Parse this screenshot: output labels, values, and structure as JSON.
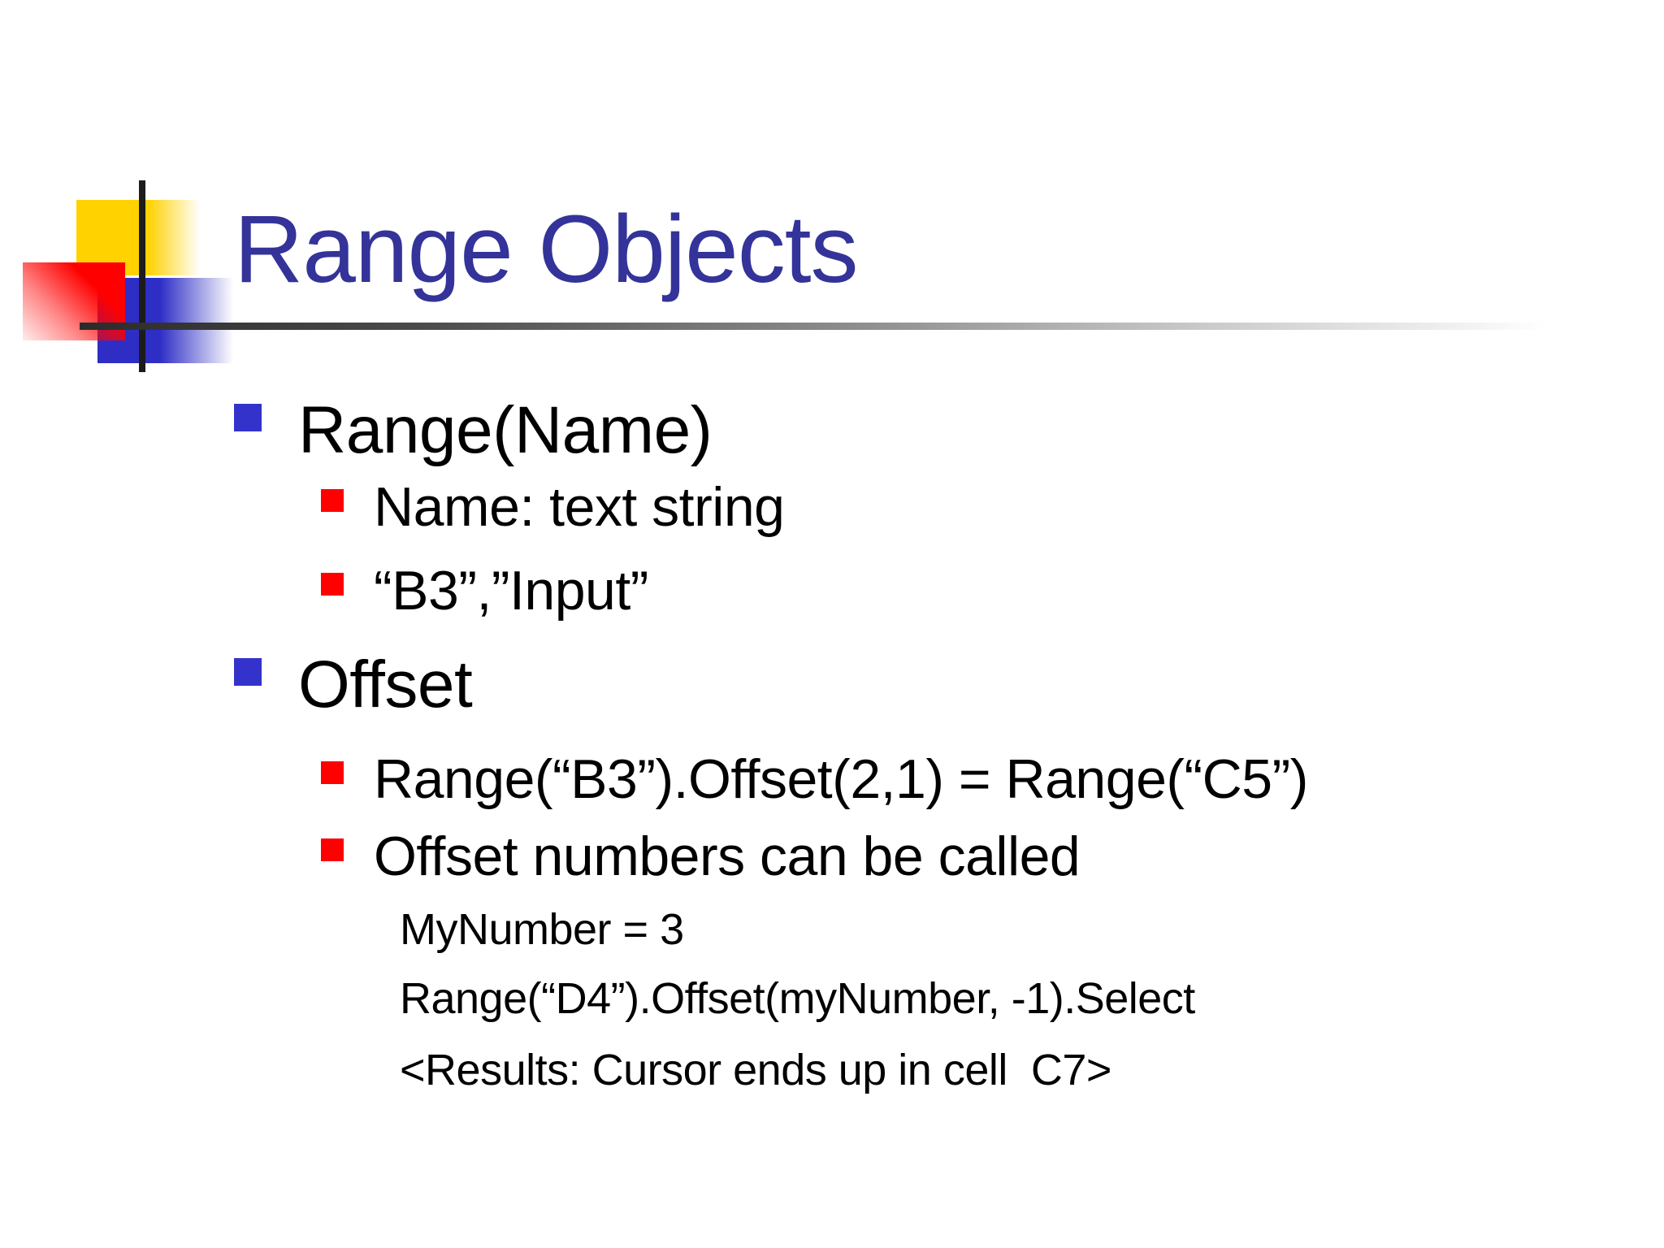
{
  "slide": {
    "title": "Range Objects",
    "background": "#ffffff"
  },
  "colors": {
    "title_text": "#333399",
    "body_text": "#000000",
    "bullet_level1": "#3333cc",
    "bullet_level2": "#ff0000",
    "ornament_yellow": "#ffd200",
    "ornament_red": "#ff0000",
    "ornament_blue": "#2e2ec6",
    "ornament_line": "#1c1c1c",
    "title_rule_start": "#2b2b2b"
  },
  "content": {
    "items": [
      {
        "level": 1,
        "bullet": "blue-square",
        "text": "Range(Name)"
      },
      {
        "level": 2,
        "bullet": "red-square",
        "text": "Name: text string"
      },
      {
        "level": 2,
        "bullet": "red-square",
        "text": "“B3”,”Input”"
      },
      {
        "level": 1,
        "bullet": "blue-square",
        "text": "Offset"
      },
      {
        "level": 2,
        "bullet": "red-square",
        "text": "Range(“B3”).Offset(2,1) = Range(“C5”)"
      },
      {
        "level": 2,
        "bullet": "red-square",
        "text": "Offset numbers can be called"
      },
      {
        "level": 3,
        "bullet": "none",
        "text": "MyNumber = 3"
      },
      {
        "level": 3,
        "bullet": "none",
        "text": "Range(“D4”).Offset(myNumber, -1).Select"
      },
      {
        "level": 3,
        "bullet": "none",
        "text": "<Results: Cursor ends up in cell  C7>"
      }
    ]
  }
}
